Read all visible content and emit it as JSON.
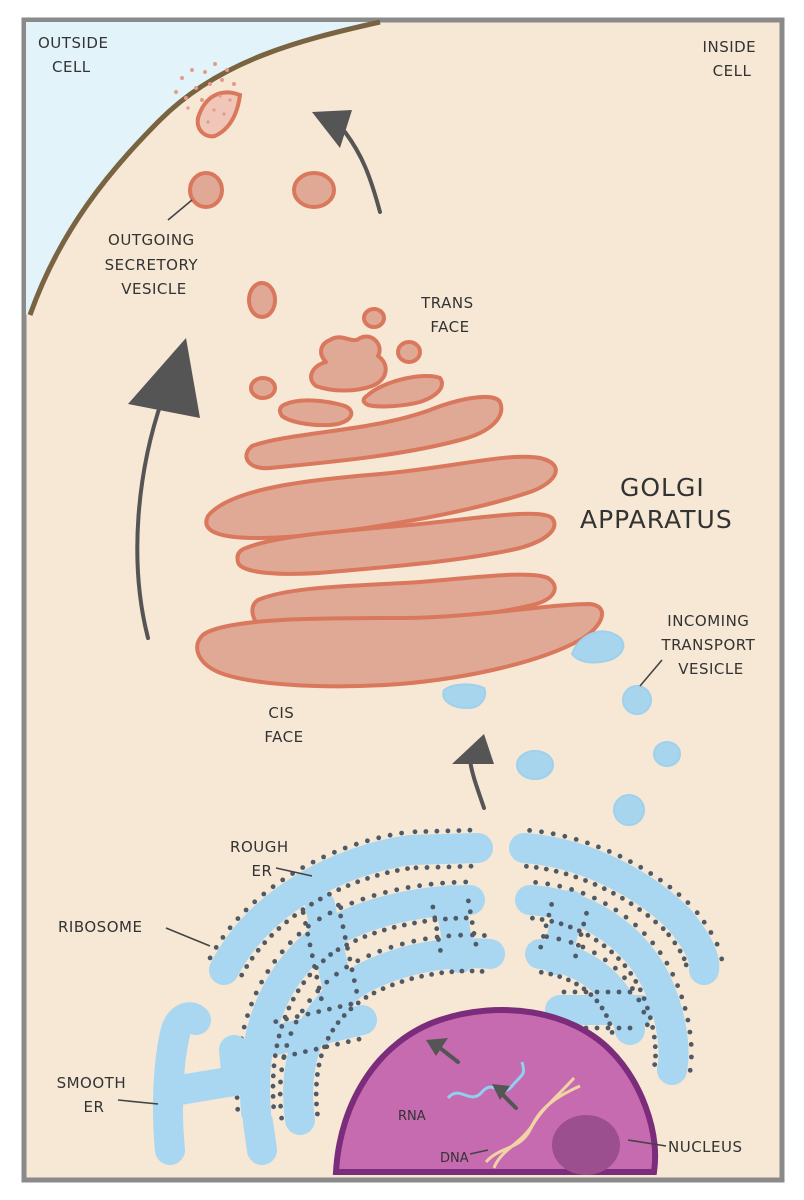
{
  "colors": {
    "cytoplasm": "#f6e8d4",
    "outside": "#e2f3fa",
    "membrane": "#7a6340",
    "golgi_fill": "#dfa996",
    "golgi_outline": "#d9785d",
    "er": "#a9d6f0",
    "ribosome": "#4f5a66",
    "nucleus": "#c66bb0",
    "nucleus_outline": "#7b2c7a",
    "arrow": "#555555"
  },
  "labels": {
    "outside_cell": [
      "OUTSIDE",
      "CELL"
    ],
    "inside_cell": [
      "INSIDE",
      "CELL"
    ],
    "outgoing_vesicle": [
      "OUTGOING",
      "SECRETORY",
      "VESICLE"
    ],
    "trans_face": [
      "TRANS",
      "FACE"
    ],
    "golgi": [
      "GOLGI",
      "APPARATUS"
    ],
    "incoming_vesicle": [
      "INCOMING",
      "TRANSPORT",
      "VESICLE"
    ],
    "cis_face": [
      "CIS",
      "FACE"
    ],
    "rough_er": [
      "ROUGH",
      "ER"
    ],
    "ribosome": "RIBOSOME",
    "smooth_er": [
      "SMOOTH",
      "ER"
    ],
    "rna": "RNA",
    "dna": "DNA",
    "nucleus": "NUCLEUS"
  }
}
